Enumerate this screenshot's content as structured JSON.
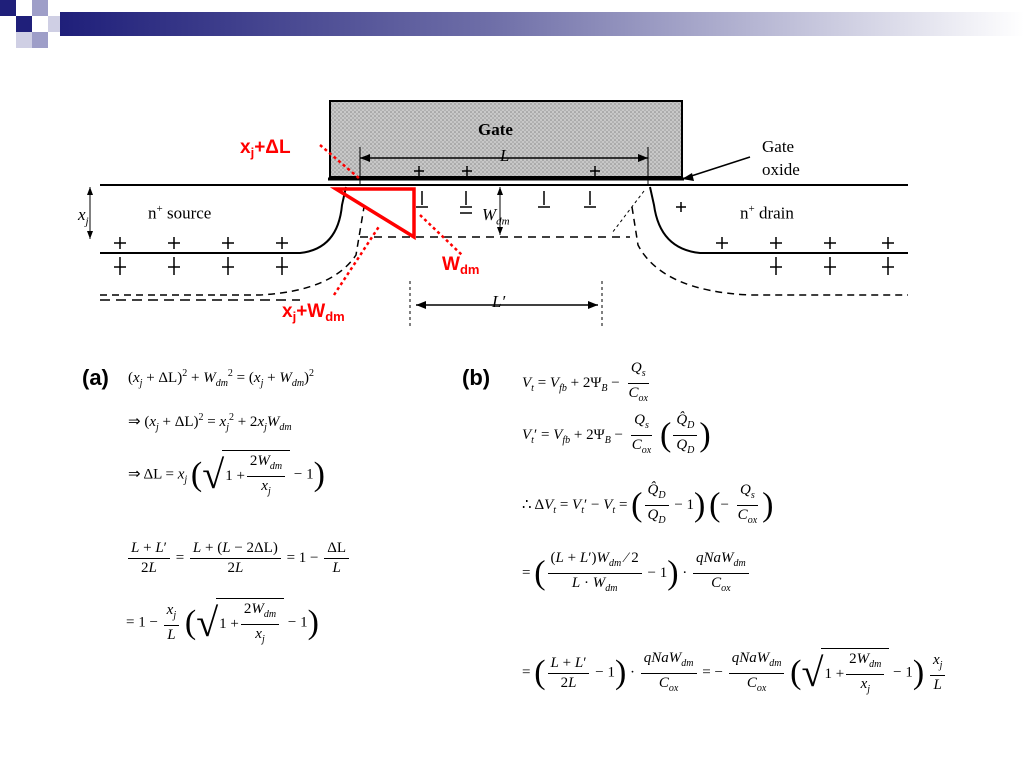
{
  "labels": {
    "xj_dL": "x",
    "xj_dL_sub": "j",
    "xj_dL_rest": "+ΔL",
    "wdm": "W",
    "wdm_sub": "dm",
    "xj_wdm": "x",
    "xj_wdm_sub": "j",
    "xj_wdm_plus": "+W",
    "xj_wdm_sub2": "dm"
  },
  "device": {
    "gate": "Gate",
    "gate_oxide_1": "Gate",
    "gate_oxide_2": "oxide",
    "L": "L",
    "Lprime": "L′",
    "source": "source",
    "drain": "drain",
    "nplus": "n",
    "plus": "+",
    "xj": "x",
    "xj_sub": "j",
    "wdm_w": "W",
    "wdm_sub": "dm"
  },
  "parts": {
    "a": "(a)",
    "b": "(b)"
  },
  "colors": {
    "accent": "#ff0000",
    "header_navy": "#1f1f7a"
  }
}
